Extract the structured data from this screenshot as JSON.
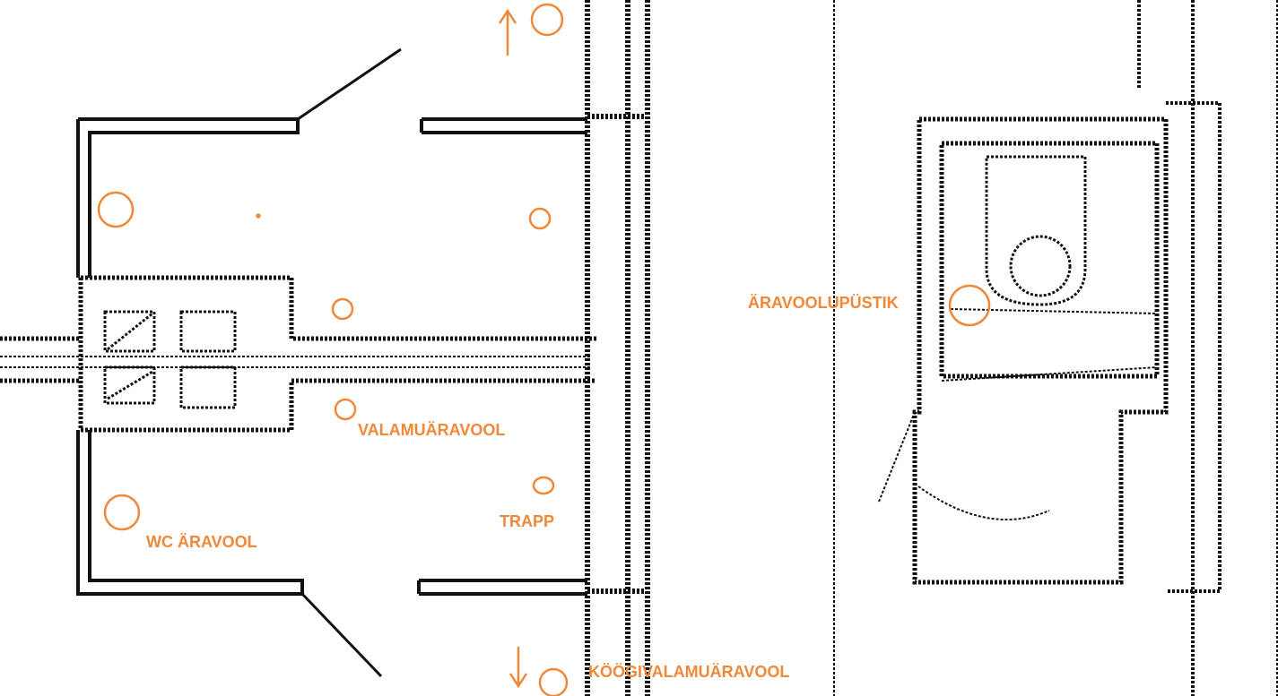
{
  "colors": {
    "accent": "#F0883A",
    "wall": "#111111"
  },
  "labels": {
    "sink_drain": "VALAMUÄRAVOOL",
    "stairs": "TRAPP",
    "wc_drain": "WC ÄRAVOOL",
    "kitchen_sink_drain": "KÖÖGIVALAMUÄRAVOOL",
    "drain_riser": "ÄRAVOOLUPÜSTIK"
  }
}
